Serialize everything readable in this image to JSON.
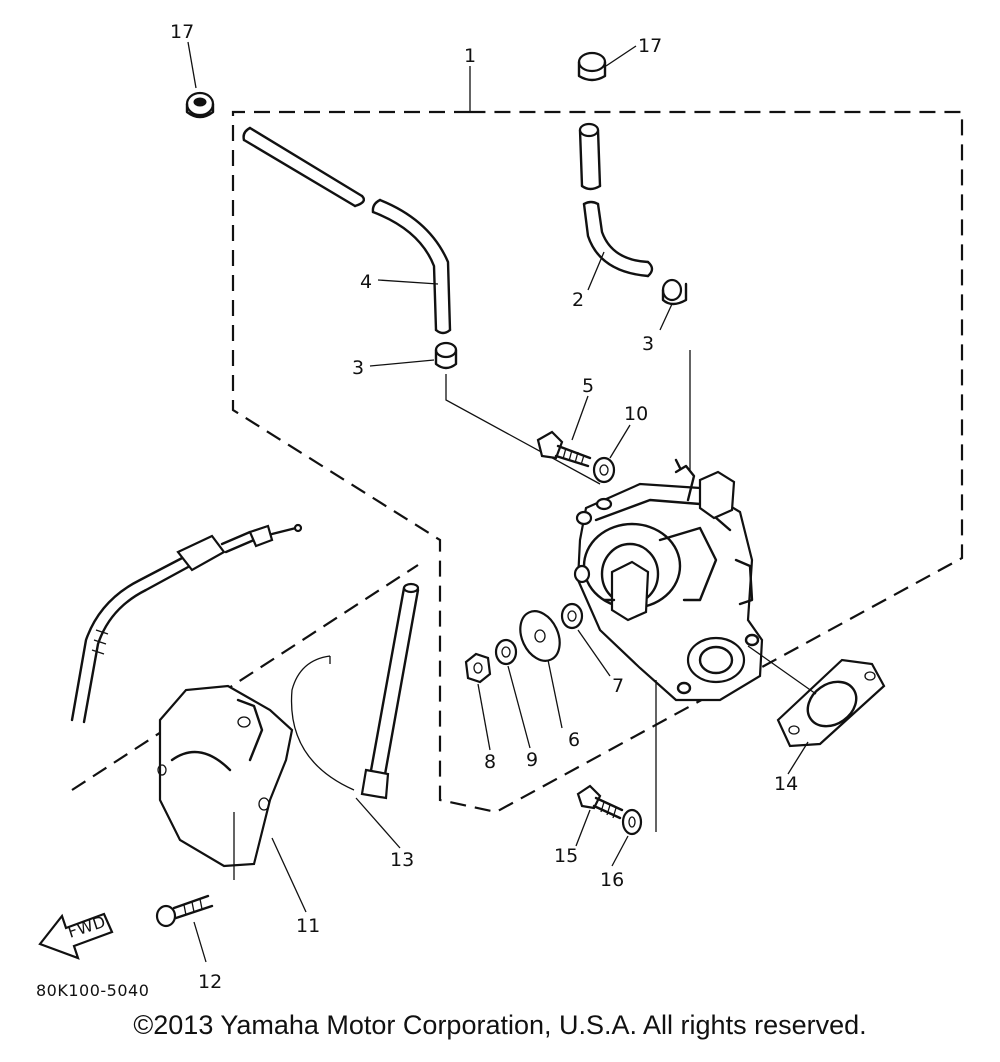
{
  "callouts": {
    "n1": "1",
    "n2": "2",
    "n3a": "3",
    "n3b": "3",
    "n4": "4",
    "n5": "5",
    "n6": "6",
    "n7": "7",
    "n8": "8",
    "n9": "9",
    "n10": "10",
    "n11": "11",
    "n12": "12",
    "n13": "13",
    "n14": "14",
    "n15": "15",
    "n16": "16",
    "n17a": "17",
    "n17b": "17"
  },
  "part_code": "80K100-5040",
  "fwd_label": "FWD",
  "copyright": "©2013 Yamaha Motor Corporation, U.S.A. All rights reserved."
}
